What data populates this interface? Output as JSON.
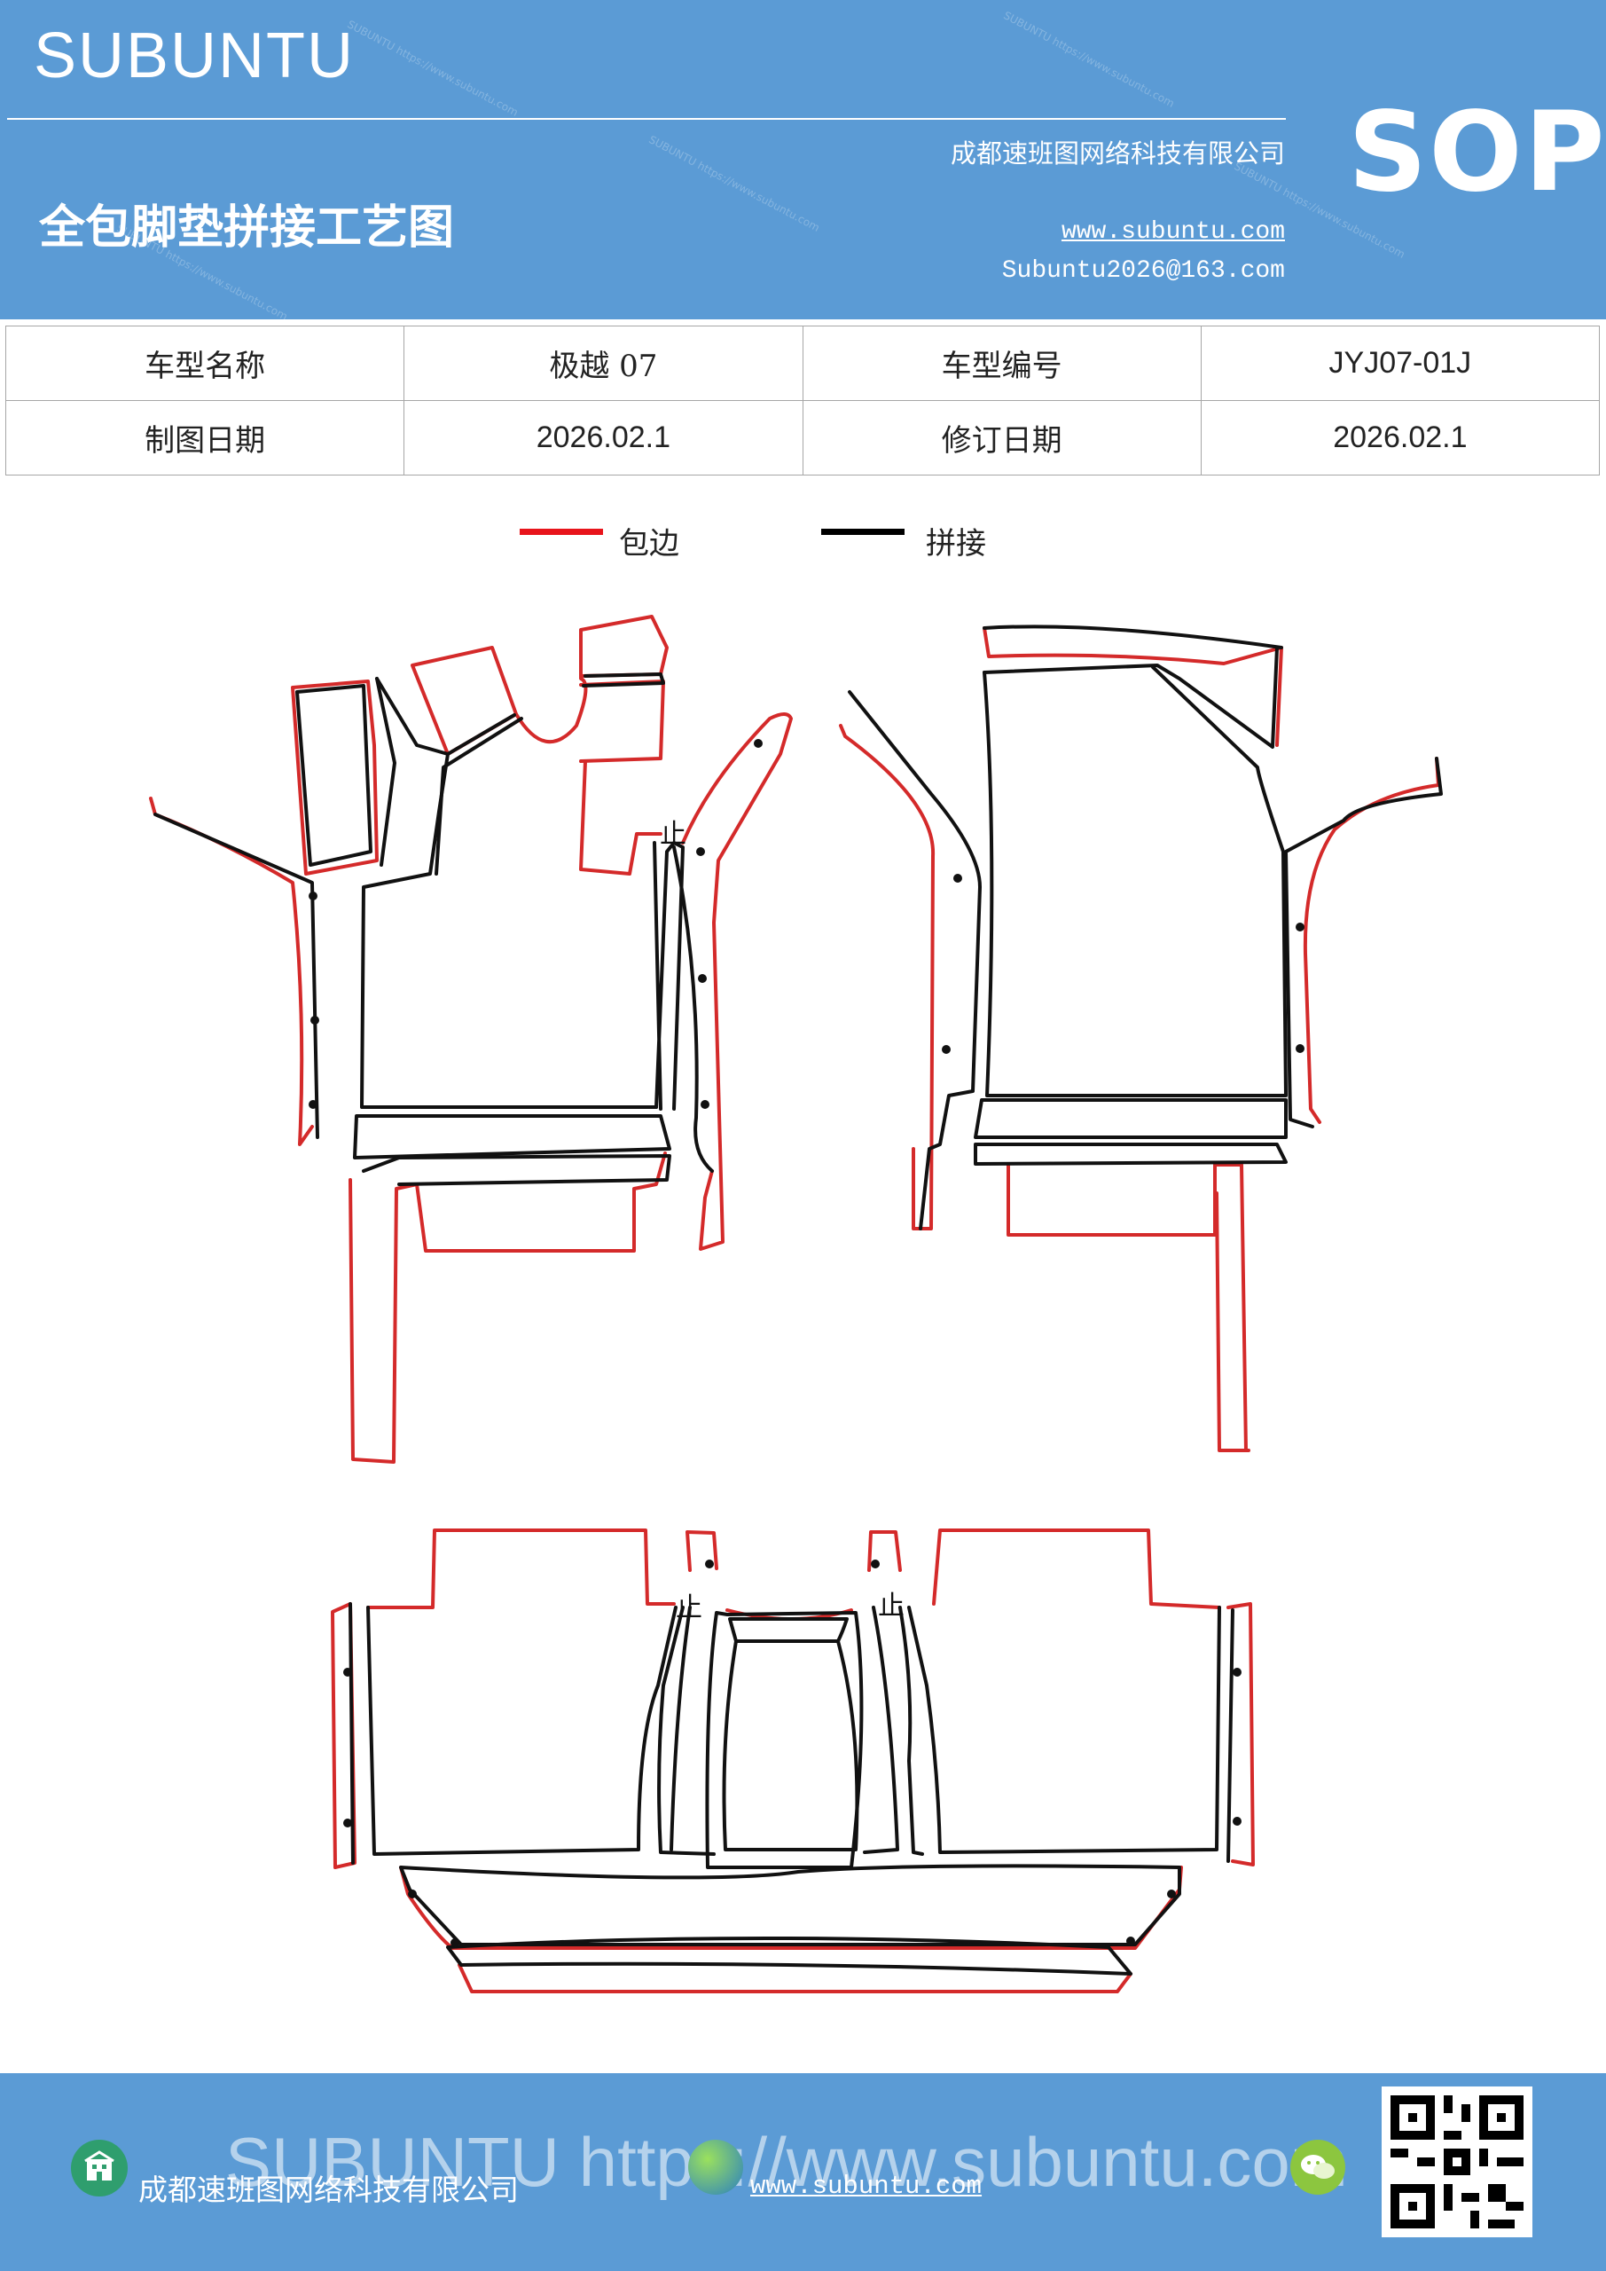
{
  "header": {
    "brand": "SUBUNTU",
    "title": "全包脚垫拼接工艺图",
    "company": "成都速班图网络科技有限公司",
    "website": "www.subuntu.com",
    "email": "Subuntu2026@163.com",
    "badge": "SOP",
    "watermark": "SUBUNTU https://www.subuntu.com"
  },
  "info_table": {
    "rows": [
      {
        "label1": "车型名称",
        "value1": "极越 07",
        "label2": "车型编号",
        "value2": "JYJ07-01J"
      },
      {
        "label1": "制图日期",
        "value1": "2026.02.1",
        "label2": "修订日期",
        "value2": "2026.02.1"
      }
    ]
  },
  "legend": {
    "items": [
      {
        "label": "包边",
        "color": "#e8141b"
      },
      {
        "label": "拼接",
        "color": "#000000"
      }
    ]
  },
  "diagram": {
    "edge_color": "#d42a2a",
    "seam_color": "#111111",
    "stop_mark": "止"
  },
  "footer": {
    "company": "成都速班图网络科技有限公司",
    "website": "www.subuntu.com",
    "overlay": "SUBUNTU https://www.subuntu.com",
    "icons": [
      "building-icon",
      "globe-icon",
      "wechat-icon",
      "qr-code"
    ]
  }
}
